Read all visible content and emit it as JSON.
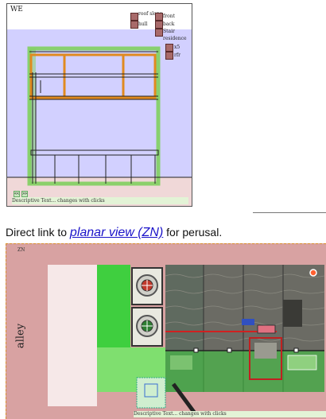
{
  "we_panel": {
    "title": "WE",
    "controls": [
      {
        "label": "roof slope"
      },
      {
        "label": "front"
      },
      {
        "label": "hull"
      },
      {
        "label": "back"
      },
      {
        "label": "Stair"
      },
      {
        "label": "residence"
      },
      {
        "label": "x5"
      },
      {
        "label": "rfr"
      }
    ],
    "nav_left": "<<",
    "nav_right": ">>",
    "description": "Descriptive Text... changes with clicks"
  },
  "link_line": {
    "prefix": "Direct link to",
    "link_text": "planar view (ZN)",
    "suffix": "for perusal."
  },
  "zn_panel": {
    "title": "ZN",
    "alley_label": "alley",
    "description": "Descriptive Text... changes with clicks"
  },
  "colors": {
    "we_background": "#d2d0ff",
    "zn_background": "#d8a2a2",
    "link": "#1a12c9",
    "green_frame": "#7fcf5f",
    "orange_frame": "#e08a20"
  }
}
